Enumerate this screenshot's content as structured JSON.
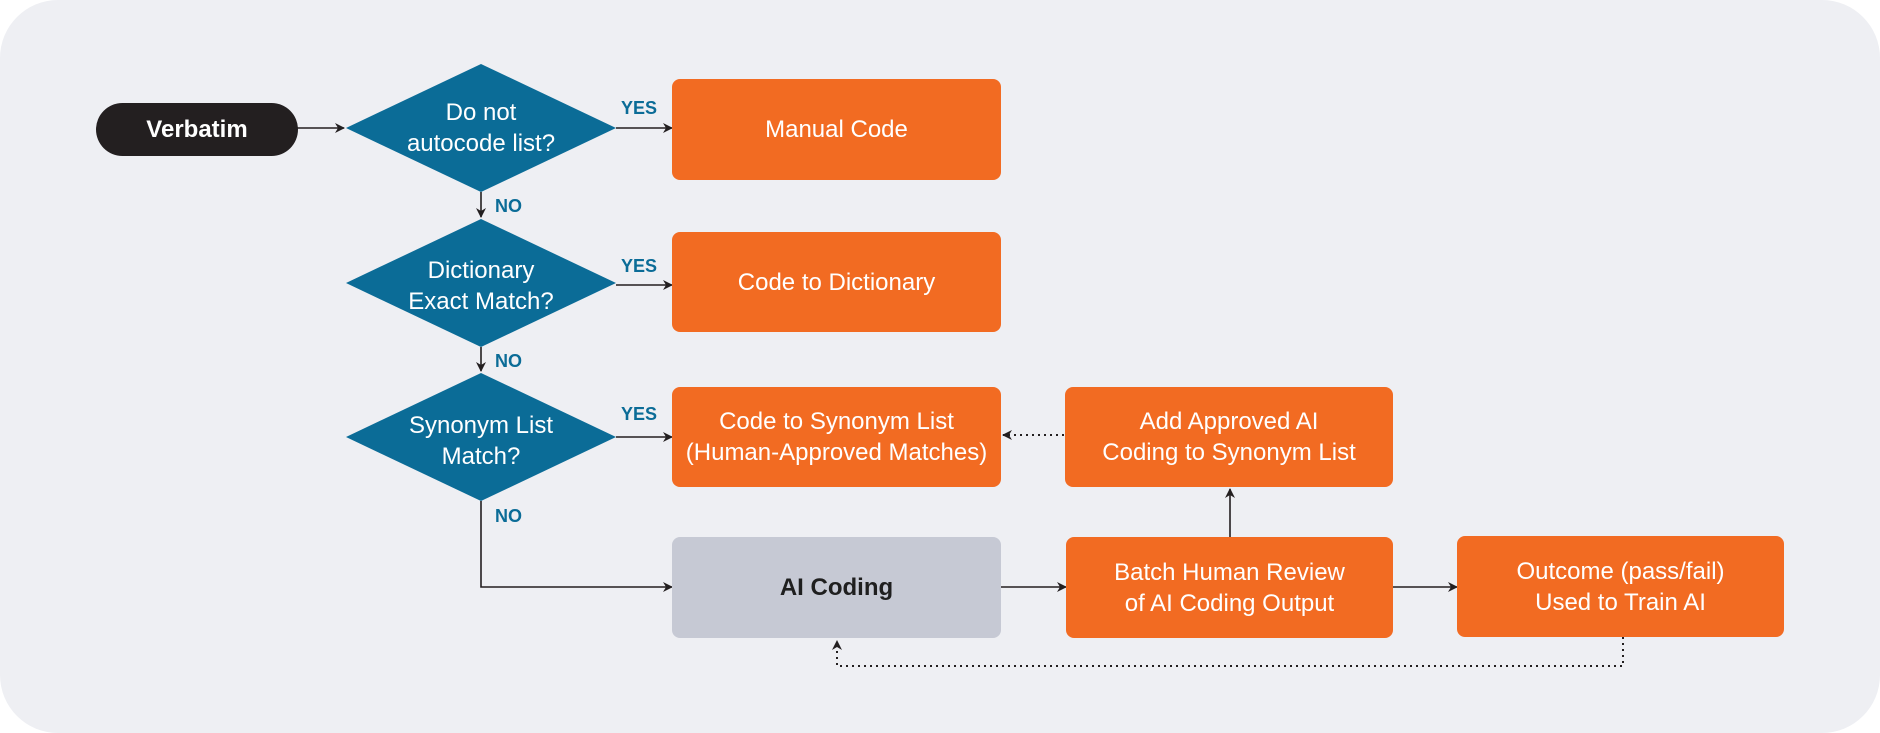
{
  "colors": {
    "background": "#eeeff3",
    "decision": "#0b6c97",
    "process": "#f26b22",
    "ai_box": "#c6c9d4",
    "start": "#231f20",
    "arrow": "#231f20",
    "edge_label": "#0b6c97"
  },
  "nodes": {
    "verbatim": "Verbatim",
    "do_not_autocode": "Do not\nautocode list?",
    "dictionary_match": "Dictionary\nExact Match?",
    "synonym_match": "Synonym List\nMatch?",
    "manual_code": "Manual Code",
    "code_to_dictionary": "Code to Dictionary",
    "code_to_synonym": "Code to Synonym List\n(Human-Approved Matches)",
    "add_approved": "Add Approved AI\nCoding to Synonym List",
    "ai_coding": "AI Coding",
    "batch_review": "Batch Human Review\nof AI Coding Output",
    "outcome": "Outcome (pass/fail)\nUsed to Train AI"
  },
  "edge_labels": {
    "yes": "YES",
    "no": "NO"
  }
}
